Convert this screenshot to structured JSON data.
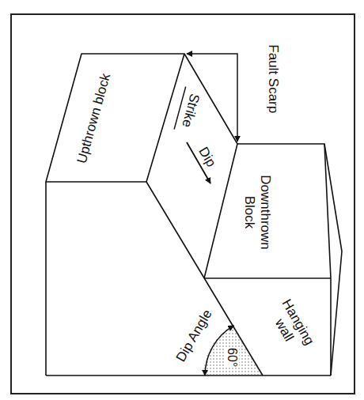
{
  "diagram": {
    "labels": [
      "Upthrown block",
      "Strike",
      "Dip",
      "Fault Scarp",
      "Downthrown Block",
      "Hanging wall",
      "Dip Angle",
      "60°"
    ]
  }
}
